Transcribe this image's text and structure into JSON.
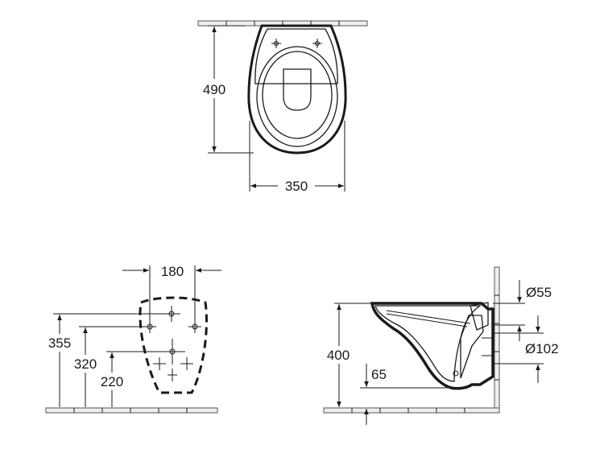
{
  "top_view": {
    "depth_label": "490",
    "width_label": "350"
  },
  "front_view": {
    "spacing_label": "180",
    "height1_label": "355",
    "height2_label": "320",
    "height3_label": "220"
  },
  "side_view": {
    "height_label": "400",
    "inlet_label": "Ø55",
    "outlet_label": "Ø102",
    "offset_label": "65"
  }
}
